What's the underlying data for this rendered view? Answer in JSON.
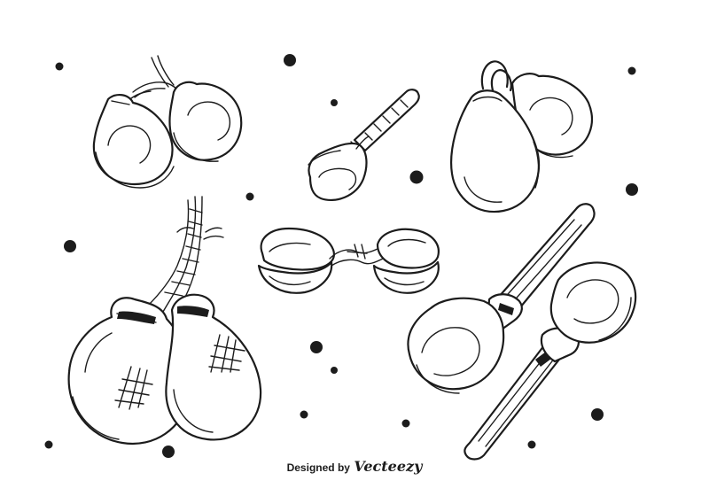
{
  "image": {
    "background": "#ffffff",
    "ink_color": "#1c1c1c",
    "subject": "hand-drawn castanets line art",
    "illustrations": [
      "castanet-pair-tied",
      "castanet-spoon",
      "castanet-pair-large-strings",
      "castanet-pair-open",
      "castanet-pair-cord",
      "castanet-handle-pair"
    ]
  },
  "credit": {
    "prefix": "Designed by",
    "brand": "Vecteezy"
  }
}
